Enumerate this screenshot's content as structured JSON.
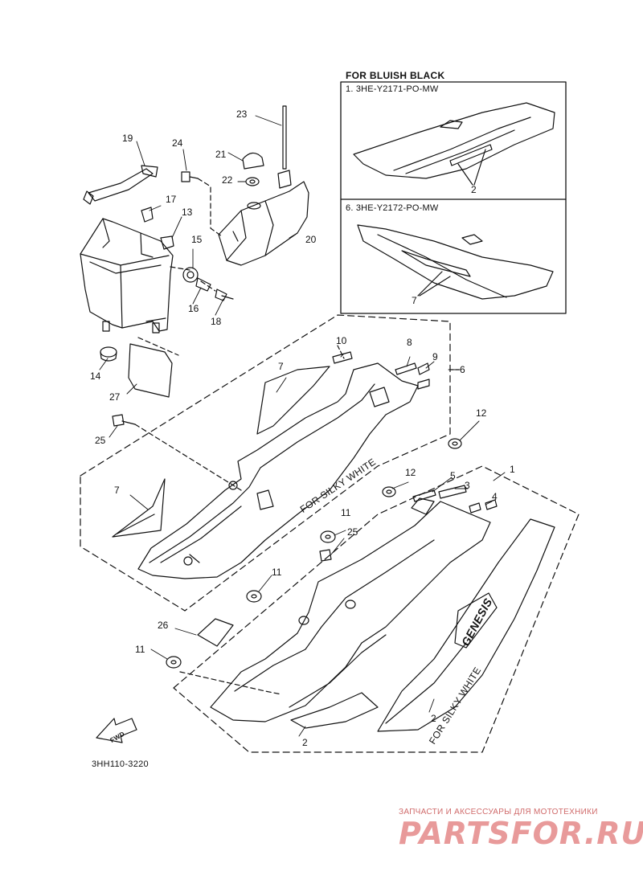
{
  "inset": {
    "title": "FOR BLUISH BLACK",
    "upper_code": "1. 3HE-Y2171-PO-MW",
    "upper_callout": "2",
    "lower_code": "6. 3HE-Y2172-PO-MW",
    "lower_callout": "7"
  },
  "callouts": {
    "c1": "1",
    "c2a": "2",
    "c2b": "2",
    "c3": "3",
    "c4": "4",
    "c5": "5",
    "c6": "6",
    "c7a": "7",
    "c7b": "7",
    "c8": "8",
    "c9": "9",
    "c10": "10",
    "c11a": "11",
    "c11b": "11",
    "c11c": "11",
    "c12a": "12",
    "c12b": "12",
    "c13": "13",
    "c14": "14",
    "c15": "15",
    "c16": "16",
    "c17": "17",
    "c18": "18",
    "c19": "19",
    "c20": "20",
    "c21": "21",
    "c22": "22",
    "c23": "23",
    "c24": "24",
    "c25a": "25",
    "c25b": "25",
    "c26": "26",
    "c27": "27"
  },
  "notes": {
    "silky_white_upper": "FOR SILKY WHITE",
    "silky_white_lower": "FOR SILKY WHITE",
    "find_badge": "FWD",
    "cover_logo": "GENESIS"
  },
  "diagram_code": "3HH110-3220",
  "watermark": {
    "tagline": "ЗАПЧАСТИ И АКСЕССУАРЫ ДЛЯ МОТОТЕХНИКИ",
    "logo": "PARTSFOR.RU"
  },
  "colors": {
    "ink": "#111111",
    "watermark": "#d06b6b",
    "watermark_logo": "#e89a9a"
  }
}
